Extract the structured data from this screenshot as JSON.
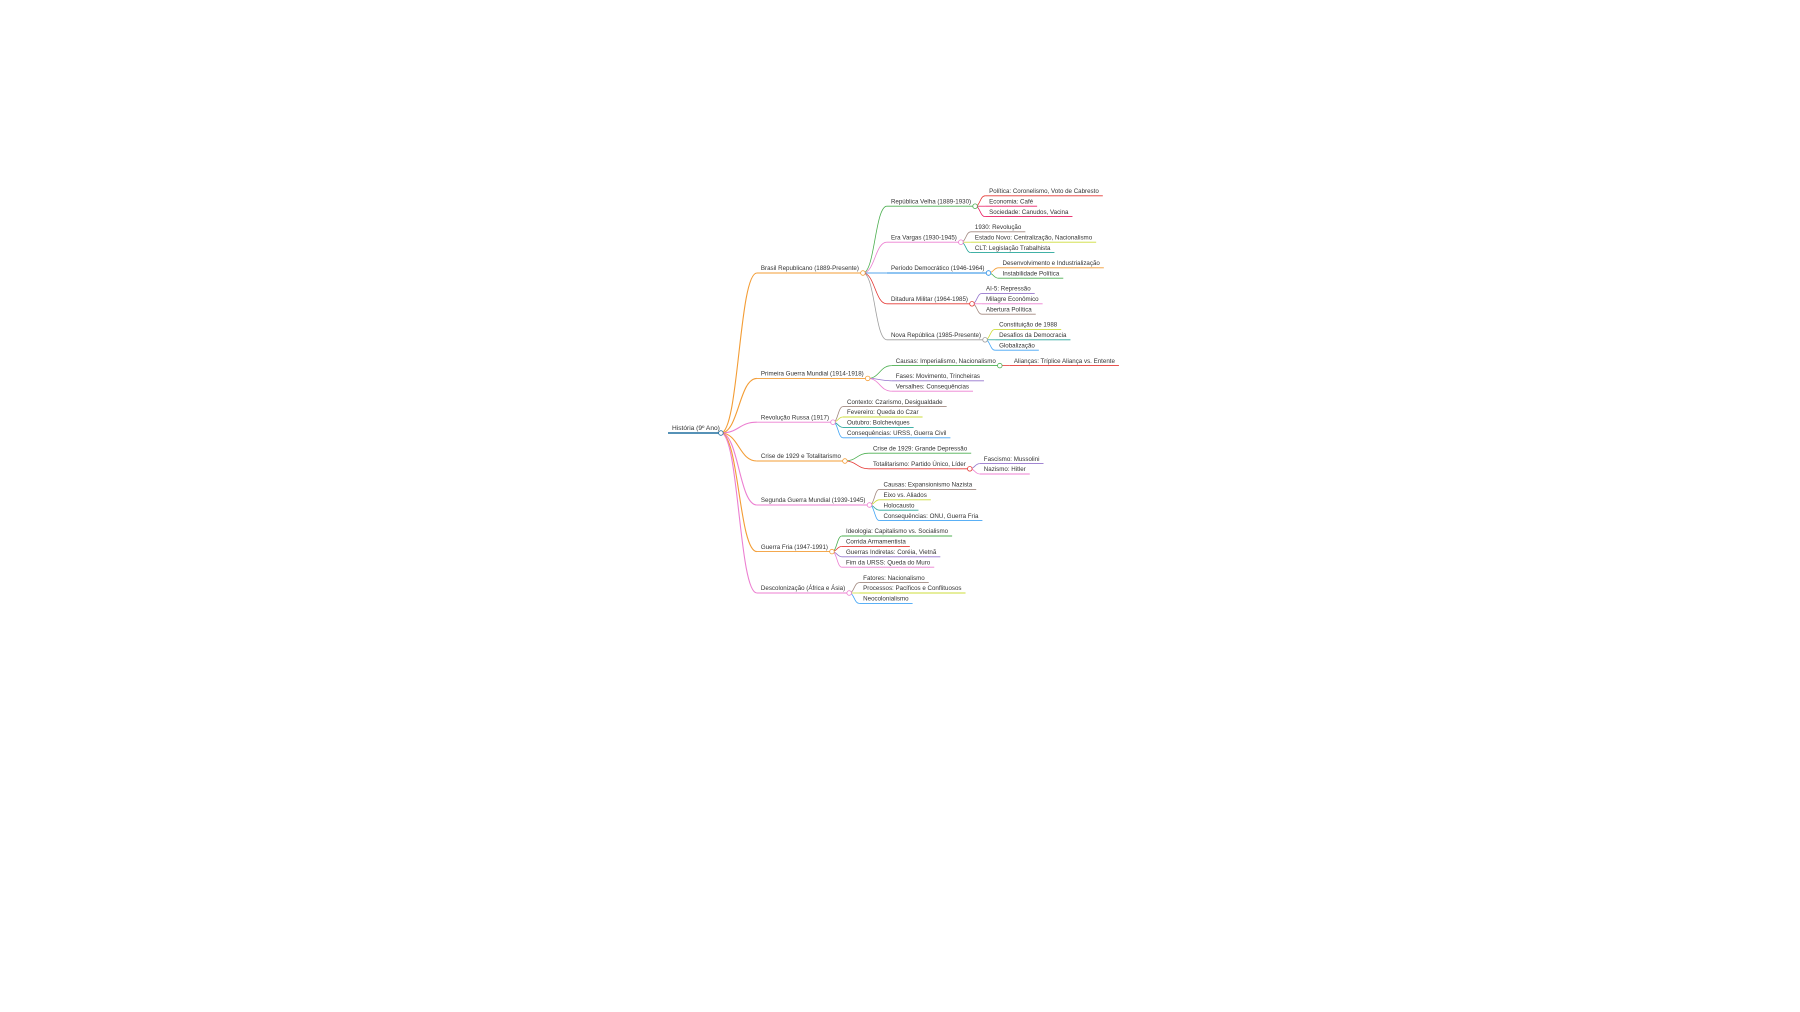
{
  "root": {
    "label": "História (9º Ano)",
    "color": "#1f6f9f",
    "children": [
      {
        "label": "Brasil Republicano (1889-Presente)",
        "color": "#f39c34",
        "children": [
          {
            "label": "República Velha (1889-1930)",
            "color": "#4caf50",
            "children": [
              {
                "label": "Política: Coronelismo, Voto de Cabresto",
                "color": "#e53935"
              },
              {
                "label": "Economia: Café",
                "color": "#e91e63"
              },
              {
                "label": "Sociedade: Canudos, Vacina",
                "color": "#e91e63"
              }
            ]
          },
          {
            "label": "Era Vargas (1930-1945)",
            "color": "#ec7fd1",
            "children": [
              {
                "label": "1930: Revolução",
                "color": "#a1887f"
              },
              {
                "label": "Estado Novo: Centralização, Nacionalismo",
                "color": "#cddc39"
              },
              {
                "label": "CLT: Legislação Trabalhista",
                "color": "#26a69a"
              }
            ]
          },
          {
            "label": "Período Democrático (1946-1964)",
            "color": "#1e88e5",
            "children": [
              {
                "label": "Desenvolvimento e Industrialização",
                "color": "#f39c34"
              },
              {
                "label": "Instabilidade Política",
                "color": "#4caf50"
              }
            ]
          },
          {
            "label": "Ditadura Militar (1964-1985)",
            "color": "#e53935",
            "children": [
              {
                "label": "AI-5: Repressão",
                "color": "#9575cd"
              },
              {
                "label": "Milagre Econômico",
                "color": "#ec7fd1"
              },
              {
                "label": "Abertura Política",
                "color": "#a1887f"
              }
            ]
          },
          {
            "label": "Nova República (1985-Presente)",
            "color": "#9e9e9e",
            "children": [
              {
                "label": "Constituição de 1988",
                "color": "#cddc39"
              },
              {
                "label": "Desafios da Democracia",
                "color": "#26a69a"
              },
              {
                "label": "Globalização",
                "color": "#42a5f5"
              }
            ]
          }
        ]
      },
      {
        "label": "Primeira Guerra Mundial (1914-1918)",
        "color": "#f39c34",
        "children": [
          {
            "label": "Causas: Imperialismo, Nacionalismo",
            "color": "#4caf50",
            "children": [
              {
                "label": "Alianças: Tríplice Aliança vs. Entente",
                "color": "#e53935"
              }
            ]
          },
          {
            "label": "Fases: Movimento, Trincheiras",
            "color": "#9575cd"
          },
          {
            "label": "Versalhes: Consequências",
            "color": "#ec7fd1"
          }
        ]
      },
      {
        "label": "Revolução Russa (1917)",
        "color": "#ec7fd1",
        "children": [
          {
            "label": "Contexto: Czarismo, Desigualdade",
            "color": "#a1887f"
          },
          {
            "label": "Fevereiro: Queda do Czar",
            "color": "#cddc39"
          },
          {
            "label": "Outubro: Bolcheviques",
            "color": "#26a69a"
          },
          {
            "label": "Consequências: URSS, Guerra Civil",
            "color": "#42a5f5"
          }
        ]
      },
      {
        "label": "Crise de 1929 e Totalitarismo",
        "color": "#f39c34",
        "children": [
          {
            "label": "Crise de 1929: Grande Depressão",
            "color": "#4caf50"
          },
          {
            "label": "Totalitarismo: Partido Único, Líder",
            "color": "#e53935",
            "children": [
              {
                "label": "Fascismo: Mussolini",
                "color": "#9575cd"
              },
              {
                "label": "Nazismo: Hitler",
                "color": "#ec7fd1"
              }
            ]
          }
        ]
      },
      {
        "label": "Segunda Guerra Mundial (1939-1945)",
        "color": "#ec7fd1",
        "children": [
          {
            "label": "Causas: Expansionismo Nazista",
            "color": "#a1887f"
          },
          {
            "label": "Eixo vs. Aliados",
            "color": "#cddc39"
          },
          {
            "label": "Holocausto",
            "color": "#26a69a"
          },
          {
            "label": "Consequências: ONU, Guerra Fria",
            "color": "#42a5f5"
          }
        ]
      },
      {
        "label": "Guerra Fria (1947-1991)",
        "color": "#f39c34",
        "children": [
          {
            "label": "Ideologia: Capitalismo vs. Socialismo",
            "color": "#4caf50"
          },
          {
            "label": "Corrida Armamentista",
            "color": "#e53935"
          },
          {
            "label": "Guerras Indiretas: Coréia, Vietnã",
            "color": "#9575cd"
          },
          {
            "label": "Fim da URSS: Queda do Muro",
            "color": "#ec7fd1"
          }
        ]
      },
      {
        "label": "Descolonização (África e Ásia)",
        "color": "#ec7fd1",
        "children": [
          {
            "label": "Fatores: Nacionalismo",
            "color": "#a1887f"
          },
          {
            "label": "Processos: Pacíficos e Conflituosos",
            "color": "#cddc39"
          },
          {
            "label": "Neocolonialismo",
            "color": "#42a5f5"
          }
        ]
      }
    ]
  }
}
